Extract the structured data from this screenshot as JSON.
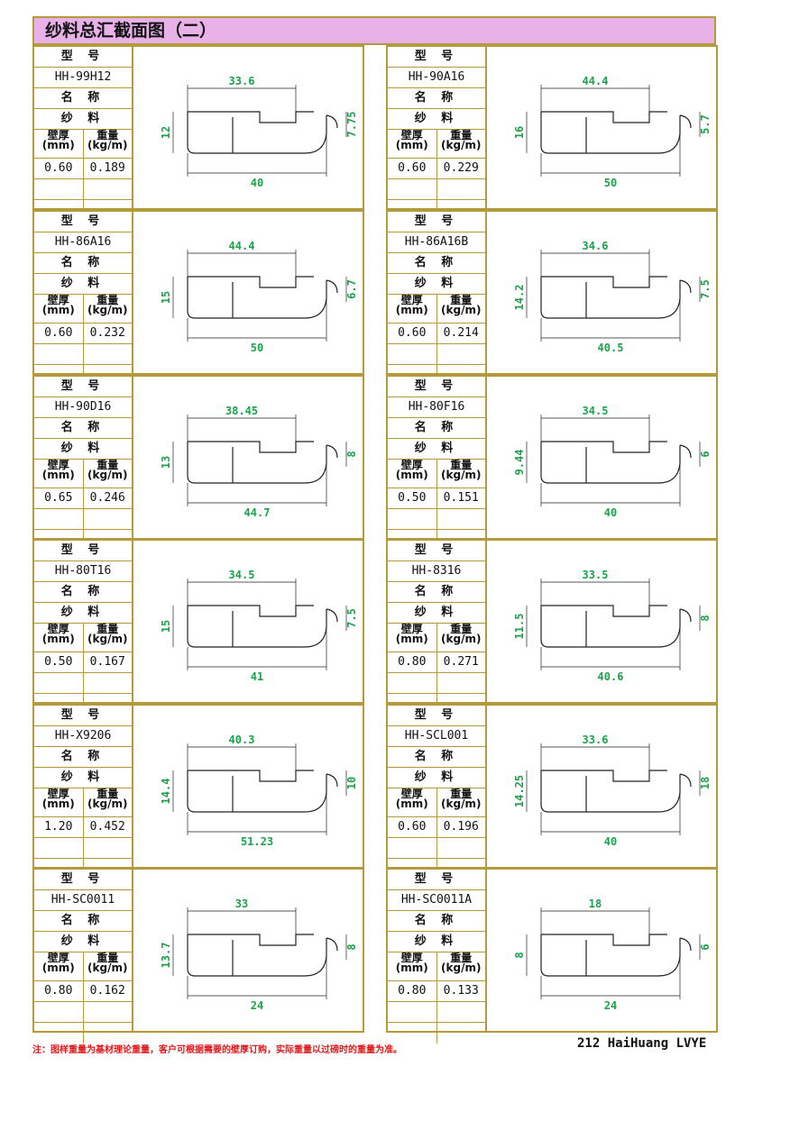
{
  "page_title": "纱料总汇截面图（二）",
  "labels": {
    "model": "型 号",
    "name": "名 称",
    "thickness_1": "壁厚",
    "thickness_2": "(mm)",
    "weight_1": "重量",
    "weight_2": "(kg/m)"
  },
  "profiles": [
    {
      "model": "HH-99H12",
      "name": "纱 料",
      "thickness": "0.60",
      "weight": "0.189",
      "dims": {
        "top": "33.6",
        "bottom": "40",
        "left": "12",
        "right": "7.75"
      }
    },
    {
      "model": "HH-90A16",
      "name": "纱 料",
      "thickness": "0.60",
      "weight": "0.229",
      "dims": {
        "top": "44.4",
        "bottom": "50",
        "left": "16",
        "right": "5.7"
      }
    },
    {
      "model": "HH-86A16",
      "name": "纱 料",
      "thickness": "0.60",
      "weight": "0.232",
      "dims": {
        "top": "44.4",
        "bottom": "50",
        "left": "15",
        "right": "6.7"
      }
    },
    {
      "model": "HH-86A16B",
      "name": "纱 料",
      "thickness": "0.60",
      "weight": "0.214",
      "dims": {
        "top": "34.6",
        "bottom": "40.5",
        "left": "14.2",
        "right": "7.5"
      }
    },
    {
      "model": "HH-90D16",
      "name": "纱 料",
      "thickness": "0.65",
      "weight": "0.246",
      "dims": {
        "top": "38.45",
        "bottom": "44.7",
        "left": "13",
        "right": "8"
      }
    },
    {
      "model": "HH-80F16",
      "name": "纱 料",
      "thickness": "0.50",
      "weight": "0.151",
      "dims": {
        "top": "34.5",
        "bottom": "40",
        "left": "9.44",
        "right": "6"
      }
    },
    {
      "model": "HH-80T16",
      "name": "纱 料",
      "thickness": "0.50",
      "weight": "0.167",
      "dims": {
        "top": "34.5",
        "bottom": "41",
        "left": "15",
        "right": "7.5"
      }
    },
    {
      "model": "HH-8316",
      "name": "纱 料",
      "thickness": "0.80",
      "weight": "0.271",
      "dims": {
        "top": "33.5",
        "bottom": "40.6",
        "left": "11.5",
        "right": "8"
      }
    },
    {
      "model": "HH-X9206",
      "name": "纱 料",
      "thickness": "1.20",
      "weight": "0.452",
      "dims": {
        "top": "40.3",
        "bottom": "51.23",
        "left": "14.4",
        "right": "10"
      }
    },
    {
      "model": "HH-SCL001",
      "name": "纱 料",
      "thickness": "0.60",
      "weight": "0.196",
      "dims": {
        "top": "33.6",
        "bottom": "40",
        "left": "14.25",
        "right": "18"
      }
    },
    {
      "model": "HH-SC0011",
      "name": "纱 料",
      "thickness": "0.80",
      "weight": "0.162",
      "dims": {
        "top": "33",
        "bottom": "24",
        "left": "13.7",
        "right": "8"
      }
    },
    {
      "model": "HH-SC0011A",
      "name": "纱 料",
      "thickness": "0.80",
      "weight": "0.133",
      "dims": {
        "top": "18",
        "bottom": "24",
        "left": "8",
        "right": "6"
      }
    }
  ],
  "footer": {
    "note": "注：图样重量为基材理论重量，客户可根据需要的壁厚订购，实际重量以过磅时的重量为准。",
    "page": "212 HaiHuang LVYE"
  },
  "colors": {
    "border": "#b59a3c",
    "title_bg": "#e8b2e8",
    "dimension": "#1aa34a",
    "note": "#e01818"
  }
}
